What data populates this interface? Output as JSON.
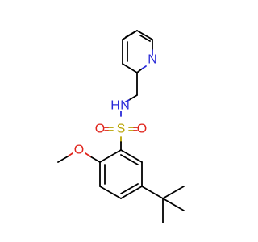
{
  "molecule": {
    "atoms": {
      "pyridine_n": {
        "symbol": "N"
      },
      "amine_nh": {
        "symbol": "N",
        "hydrogen": "H"
      },
      "sulfur": {
        "symbol": "S"
      },
      "sulfonyl_o_left": {
        "symbol": "O"
      },
      "sulfonyl_o_right": {
        "symbol": "O"
      },
      "methoxy_o": {
        "symbol": "O"
      }
    },
    "colors": {
      "bond": "#000000",
      "nitrogen": "#2a2ad8",
      "oxygen": "#e0241c",
      "sulfur": "#b8a300",
      "background": "#ffffff"
    }
  }
}
